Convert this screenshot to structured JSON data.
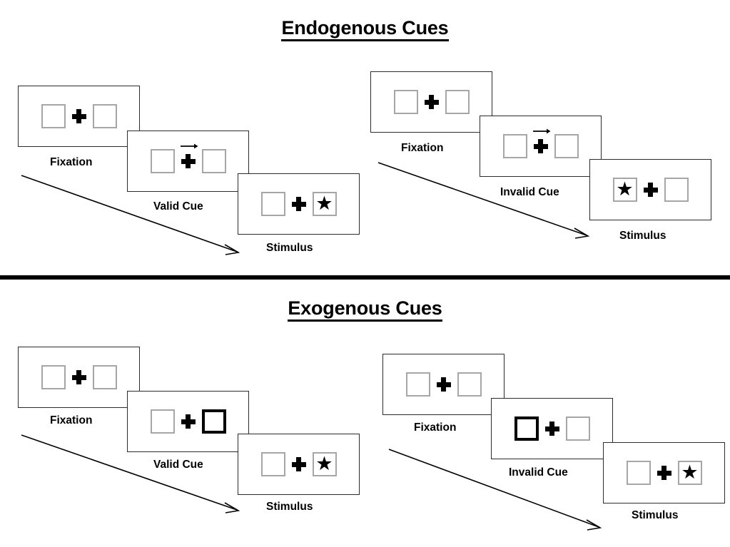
{
  "figure": {
    "sections": [
      {
        "id": "endogenous",
        "title": "Endogenous Cues",
        "sequences": [
          {
            "id": "endogenous-valid",
            "frames": [
              {
                "caption": "Fixation",
                "cue_type": "none",
                "left_box": {
                  "style": "plain",
                  "content": ""
                },
                "right_box": {
                  "style": "plain",
                  "content": ""
                }
              },
              {
                "caption": "Valid Cue",
                "cue_type": "arrow-right",
                "left_box": {
                  "style": "plain",
                  "content": ""
                },
                "right_box": {
                  "style": "plain",
                  "content": ""
                }
              },
              {
                "caption": "Stimulus",
                "cue_type": "none",
                "left_box": {
                  "style": "plain",
                  "content": ""
                },
                "right_box": {
                  "style": "plain",
                  "content": "★"
                }
              }
            ]
          },
          {
            "id": "endogenous-invalid",
            "frames": [
              {
                "caption": "Fixation",
                "cue_type": "none",
                "left_box": {
                  "style": "plain",
                  "content": ""
                },
                "right_box": {
                  "style": "plain",
                  "content": ""
                }
              },
              {
                "caption": "Invalid Cue",
                "cue_type": "arrow-right",
                "left_box": {
                  "style": "plain",
                  "content": ""
                },
                "right_box": {
                  "style": "plain",
                  "content": ""
                }
              },
              {
                "caption": "Stimulus",
                "cue_type": "none",
                "left_box": {
                  "style": "plain",
                  "content": "★"
                },
                "right_box": {
                  "style": "plain",
                  "content": ""
                }
              }
            ]
          }
        ]
      },
      {
        "id": "exogenous",
        "title": "Exogenous Cues",
        "sequences": [
          {
            "id": "exogenous-valid",
            "frames": [
              {
                "caption": "Fixation",
                "cue_type": "none",
                "left_box": {
                  "style": "plain",
                  "content": ""
                },
                "right_box": {
                  "style": "plain",
                  "content": ""
                }
              },
              {
                "caption": "Valid Cue",
                "cue_type": "box-flash-right",
                "left_box": {
                  "style": "plain",
                  "content": ""
                },
                "right_box": {
                  "style": "cued",
                  "content": ""
                }
              },
              {
                "caption": "Stimulus",
                "cue_type": "none",
                "left_box": {
                  "style": "plain",
                  "content": ""
                },
                "right_box": {
                  "style": "plain",
                  "content": "★"
                }
              }
            ]
          },
          {
            "id": "exogenous-invalid",
            "frames": [
              {
                "caption": "Fixation",
                "cue_type": "none",
                "left_box": {
                  "style": "plain",
                  "content": ""
                },
                "right_box": {
                  "style": "plain",
                  "content": ""
                }
              },
              {
                "caption": "Invalid Cue",
                "cue_type": "box-flash-left",
                "left_box": {
                  "style": "cued",
                  "content": ""
                },
                "right_box": {
                  "style": "plain",
                  "content": ""
                }
              },
              {
                "caption": "Stimulus",
                "cue_type": "none",
                "left_box": {
                  "style": "plain",
                  "content": ""
                },
                "right_box": {
                  "style": "plain",
                  "content": "★"
                }
              }
            ]
          }
        ]
      }
    ],
    "icons": {
      "fixation_cross": "plus-cross-icon",
      "target_star": "star-icon",
      "endogenous_cue": "arrow-right-icon",
      "time_flow": "time-arrow-icon"
    },
    "colors": {
      "stroke": "#000000",
      "panel_border": "#2b2b2b",
      "box_border": "#a6a6a6",
      "cued_box_border": "#000000",
      "background": "#ffffff"
    }
  }
}
